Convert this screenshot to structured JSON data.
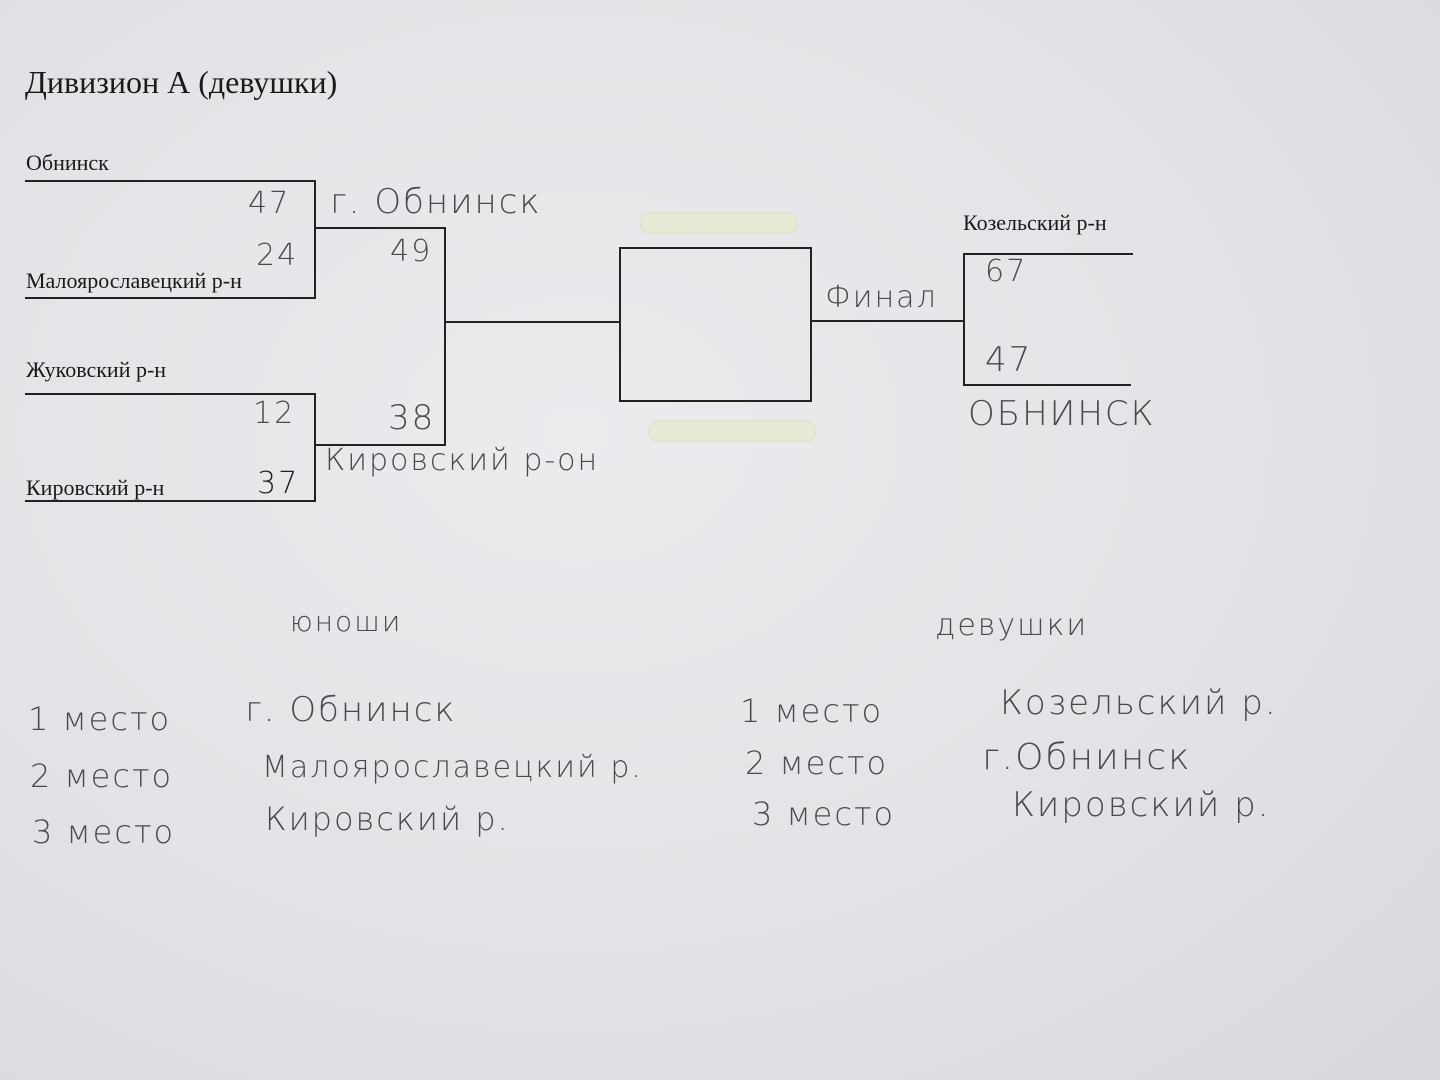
{
  "title": "Дивизион А (девушки)",
  "bracket": {
    "round1": [
      {
        "team_top": "Обнинск",
        "score_top": "47",
        "team_bottom": "Малоярославецкий р-н",
        "score_bottom": "24"
      },
      {
        "team_top": "Жуковский р-н",
        "score_top": "12",
        "team_bottom": "Кировский р-н",
        "score_bottom": "37"
      }
    ],
    "round2": {
      "winner_top": "г. Обнинск",
      "score_top": "49",
      "winner_bottom": "Кировский р-он",
      "score_bottom": "38"
    },
    "final_label": "Финал",
    "final": {
      "team_top": "Козельский р-н",
      "score_top": "67",
      "score_bottom": "47",
      "team_bottom": "ОБНИНСК"
    }
  },
  "results": {
    "boys": {
      "heading": "юноши",
      "places": [
        {
          "place": "1 место",
          "team": "г. Обнинск"
        },
        {
          "place": "2 место",
          "team": "Малоярославецкий р."
        },
        {
          "place": "3 место",
          "team": "Кировский р."
        }
      ]
    },
    "girls": {
      "heading": "девушки",
      "places": [
        {
          "place": "1 место",
          "team": "Козельский р."
        },
        {
          "place": "2 место",
          "team": "г.Обнинск"
        },
        {
          "place": "3 место",
          "team": "Кировский р."
        }
      ]
    }
  }
}
